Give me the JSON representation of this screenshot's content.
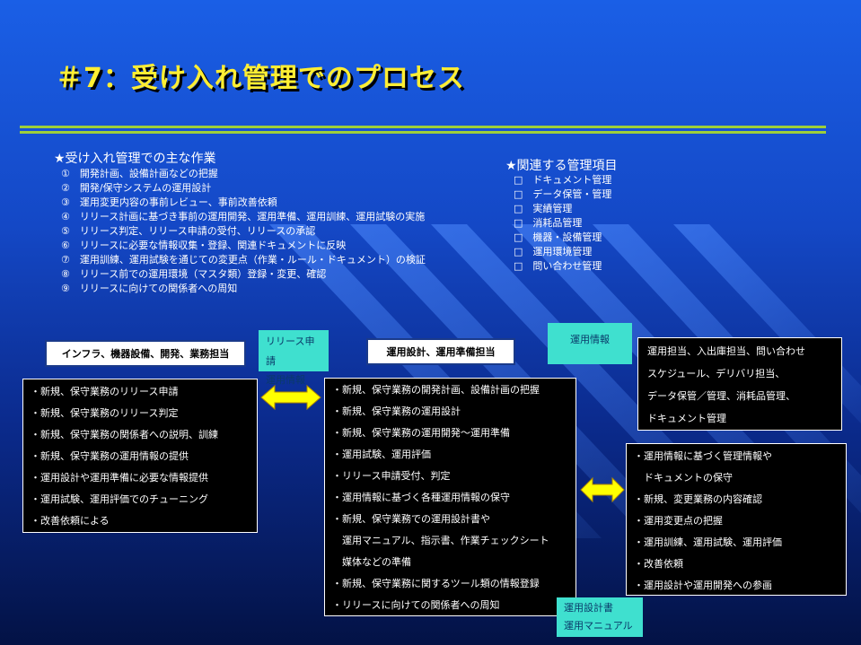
{
  "title": "＃7：受け入れ管理でのプロセス",
  "main_tasks": {
    "heading": "★受け入れ管理での主な作業",
    "items": [
      "①　開発計画、設備計画などの把握",
      "②　開発/保守システムの運用設計",
      "③　運用変更内容の事前レビュー、事前改善依頼",
      "④　リリース計画に基づき事前の運用開発、運用準備、運用訓練、運用試験の実施",
      "⑤　リリース判定、リリース申請の受付、リリースの承認",
      "⑥　リリースに必要な情報収集・登録、関連ドキュメントに反映",
      "⑦　運用訓練、運用試験を通じての変更点（作業・ルール・ドキュメント）の検証",
      "⑧　リリース前での運用環境（マスタ類）登録・変更、確認",
      "⑨　リリースに向けての関係者への周知"
    ]
  },
  "related_items": {
    "heading": "★関連する管理項目",
    "items": [
      "□　ドキュメント管理",
      "□　データ保管・管理",
      "□　実績管理",
      "□　消耗品管理",
      "□　機器・設備管理",
      "□　運用環境管理",
      "□　問い合わせ管理"
    ]
  },
  "roles": {
    "left": "インフラ、機器設備、開発、業務担当",
    "center": "運用設計、運用準備担当",
    "right": [
      "運用担当、入出庫担当、問い合わせ",
      "スケジュール、デリバリ担当、",
      "データ保管／管理、消耗品管理、",
      "ドキュメント管理"
    ]
  },
  "notes": {
    "left": [
      "リリース申請",
      "運用情報"
    ],
    "right": "運用情報",
    "bottom": [
      "運用設計書",
      "運用マニュアル"
    ]
  },
  "left_box": [
    "・新規、保守業務のリリース申請",
    "・新規、保守業務のリリース判定",
    "・新規、保守業務の関係者への説明、訓練",
    "・新規、保守業務の運用情報の提供",
    "・運用設計や運用準備に必要な情報提供",
    "・運用試験、運用評価でのチューニング",
    "・改善依頼による"
  ],
  "center_box": [
    "・新規、保守業務の開発計画、設備計画の把握",
    "・新規、保守業務の運用設計",
    "・新規、保守業務の運用開発～運用準備",
    "・運用試験、運用評価",
    "・リリース申請受付、判定",
    "・運用情報に基づく各種運用情報の保守",
    "・新規、保守業務での運用設計書や",
    "　運用マニュアル、指示書、作業チェックシート",
    "　媒体などの準備",
    "・新規、保守業務に関するツール類の情報登録",
    "・リリースに向けての関係者への周知"
  ],
  "right_box": [
    "・運用情報に基づく管理情報や",
    "　ドキュメントの保守",
    "・新規、変更業務の内容確認",
    "・運用変更点の把握",
    "・運用訓練、運用試験、運用評価",
    "・改善依頼",
    "・運用設計や運用開発への参画"
  ],
  "colors": {
    "title": "#ffee33",
    "rule": "#9dcf3a",
    "note": "#3fe0cf",
    "arrow": "#ffff00"
  }
}
